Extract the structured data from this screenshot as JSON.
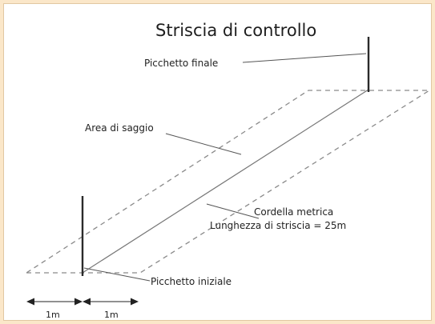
{
  "title": "Striscia di controllo",
  "labels": {
    "final_stake": "Picchetto finale",
    "sample_area": "Area di saggio",
    "tape_line1": "Cordella metrica",
    "tape_line2": "Lunghezza di striscia = 25m",
    "initial_stake": "Picchetto iniziale",
    "dim_left": "1m",
    "dim_right": "1m"
  },
  "colors": {
    "background": "#fbe7c9",
    "panel": "#ffffff",
    "line": "#555555",
    "dashed": "#8a8a8a"
  }
}
